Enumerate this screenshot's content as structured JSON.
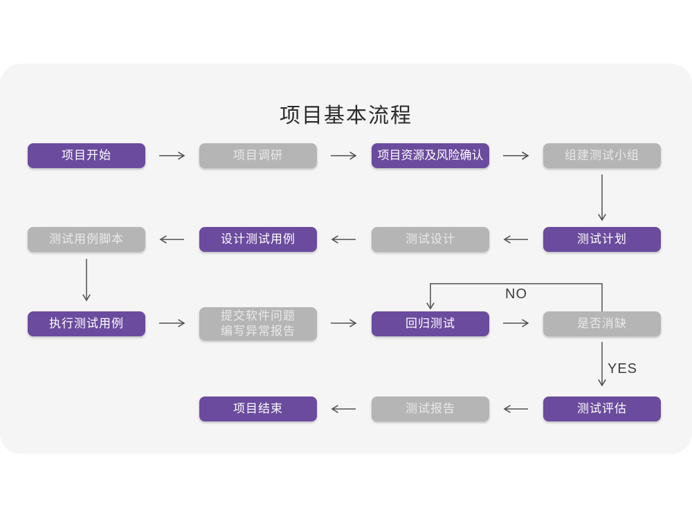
{
  "title": "项目基本流程",
  "decision_labels": {
    "no": "NO",
    "yes": "YES"
  },
  "colors": {
    "page_bg": "#ffffff",
    "card_bg": "#f5f5f6",
    "node_purple": "#6b4b9e",
    "node_gray": "#b5b5b5",
    "node_text_on_purple": "#ffffff",
    "node_text_on_gray": "#e9e9e9",
    "arrow": "#4f4f4f",
    "title_text": "#2b2b2b",
    "edge_label_text": "#3d3d3d"
  },
  "nodes": [
    {
      "label": "项目开始",
      "variant": "purple"
    },
    {
      "label": "项目调研",
      "variant": "gray"
    },
    {
      "label": "项目资源及风险确认",
      "variant": "purple"
    },
    {
      "label": "组建测试小组",
      "variant": "gray"
    },
    {
      "label": "测试计划",
      "variant": "purple"
    },
    {
      "label": "测试设计",
      "variant": "gray"
    },
    {
      "label": "设计测试用例",
      "variant": "purple"
    },
    {
      "label": "测试用例脚本",
      "variant": "gray"
    },
    {
      "label": "执行测试用例",
      "variant": "purple"
    },
    {
      "lines": [
        "提交软件问题",
        "编写异常报告"
      ],
      "variant": "gray"
    },
    {
      "label": "回归测试",
      "variant": "purple"
    },
    {
      "label": "是否消缺",
      "variant": "gray"
    },
    {
      "label": "测试评估",
      "variant": "purple"
    },
    {
      "label": "测试报告",
      "variant": "gray"
    },
    {
      "label": "项目结束",
      "variant": "purple"
    }
  ]
}
